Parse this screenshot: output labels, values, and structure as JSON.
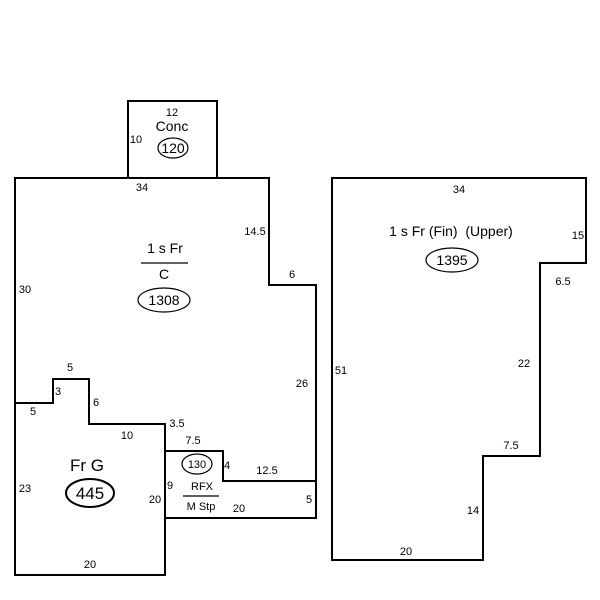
{
  "areas": {
    "conc": {
      "label": "Conc",
      "sqft": "120"
    },
    "main": {
      "label": "1 s Fr",
      "sublabel": "C",
      "sqft": "1308"
    },
    "upper": {
      "label": "1 s Fr (Fin)  (Upper)",
      "sqft": "1395"
    },
    "garage": {
      "label": "Fr G",
      "sqft": "445"
    },
    "rfx": {
      "label": "RFX",
      "sublabel": "M Stp",
      "sqft": "130"
    }
  },
  "dimensions": {
    "conc_top": "12",
    "conc_left": "10",
    "main_top": "34",
    "main_right_upper": "14.5",
    "main_step": "6",
    "main_right_lower": "26",
    "main_left": "30",
    "garage_notch_top": "5",
    "garage_notch_left": "3",
    "garage_left_short": "5",
    "garage_notch_right": "6",
    "garage_step": "10",
    "garage_step_right": "3.5",
    "garage_left": "23",
    "garage_right": "20",
    "garage_bottom": "20",
    "rfx_top": "7.5",
    "rfx_left": "9",
    "rfx_right": "4",
    "porch_top": "12.5",
    "porch_right": "5",
    "porch_bottom": "20",
    "upper_top": "34",
    "upper_right_upper": "15",
    "upper_step1": "6.5",
    "upper_right_mid": "22",
    "upper_step2": "7.5",
    "upper_right_lower": "14",
    "upper_left": "51",
    "upper_bottom": "20"
  }
}
